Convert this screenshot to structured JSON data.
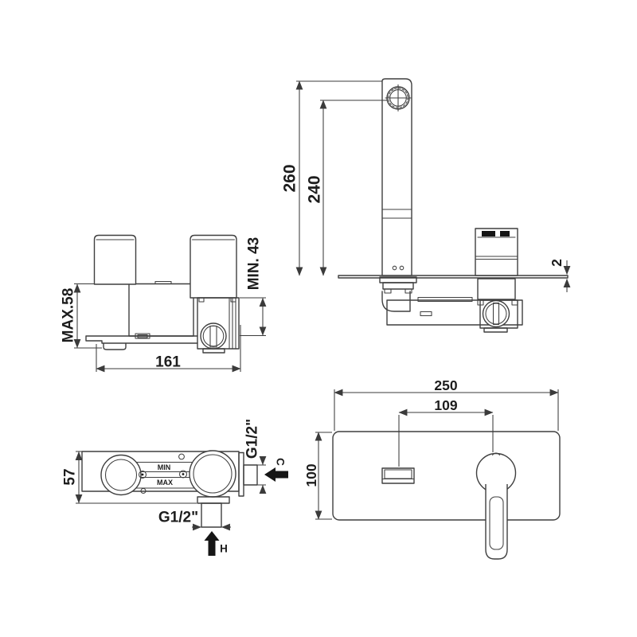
{
  "colors": {
    "line": "#3f3f3f",
    "text": "#1d1d1d",
    "arrow_fill": "#161616",
    "background": "#ffffff"
  },
  "views": {
    "spout_side": {
      "total_height": "260",
      "spout_height": "240",
      "plate_thickness": "2"
    },
    "body_side": {
      "max_depth": "MAX.58",
      "min_depth": "MIN. 43",
      "width": "161"
    },
    "body_plan": {
      "depth": "57",
      "cold_thread": "G1/2\"",
      "hot_thread": "G1/2\"",
      "min_marking": "MIN",
      "max_marking": "MAX",
      "cold_label": "C",
      "hot_label": "H"
    },
    "plate_front": {
      "width": "250",
      "spout_center_to_handle": "109",
      "height": "100"
    }
  }
}
